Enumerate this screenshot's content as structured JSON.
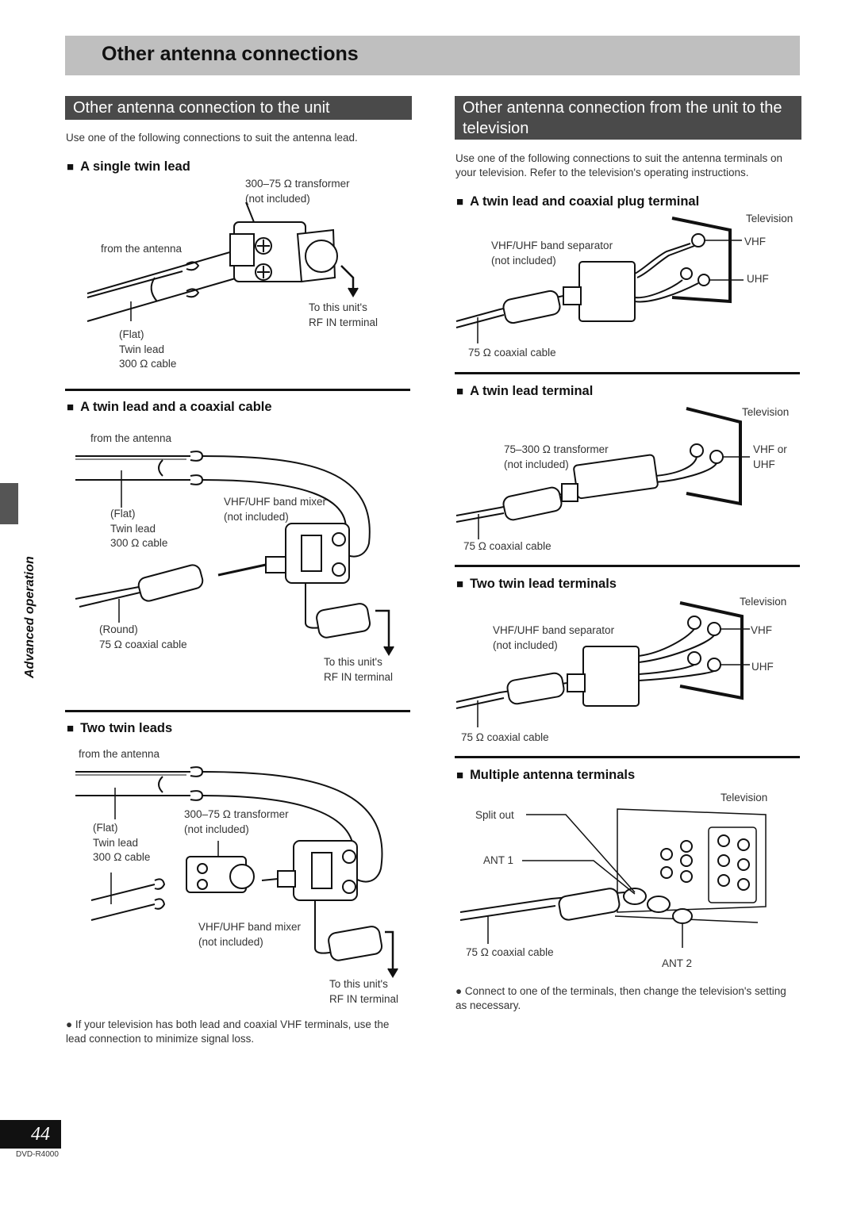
{
  "title": "Other antenna connections",
  "left": {
    "heading": "Other antenna connection to the unit",
    "intro": "Use one of the following connections to suit the antenna lead.",
    "single_twin_lead": {
      "subheading": "A single twin lead",
      "transformer": "300–75 Ω transformer\n(not included)",
      "from_antenna": "from the antenna",
      "rf_in": "To this unit's\nRF IN terminal",
      "cable": "(Flat)\nTwin lead\n300 Ω cable"
    },
    "twin_lead_coaxial": {
      "subheading": "A twin lead and a coaxial cable",
      "from_antenna": "from the antenna",
      "flat_cable": "(Flat)\nTwin lead\n300 Ω cable",
      "mixer": "VHF/UHF band mixer\n(not included)",
      "round_cable": "(Round)\n75 Ω coaxial cable",
      "rf_in": "To this unit's\nRF IN terminal"
    },
    "two_twin_leads": {
      "subheading": "Two twin leads",
      "from_antenna": "from the antenna",
      "flat_cable": "(Flat)\nTwin lead\n300 Ω cable",
      "transformer": "300–75 Ω transformer\n(not included)",
      "mixer": "VHF/UHF band mixer\n(not included)",
      "rf_in": "To this unit's\nRF IN terminal"
    },
    "note": "If your television has both lead and coaxial VHF terminals, use the lead connection to minimize signal loss."
  },
  "right": {
    "heading": "Other antenna connection from the unit to the television",
    "intro": "Use one of the following connections to suit the antenna terminals on your television. Refer to the television's operating instructions.",
    "twin_coax_terminal": {
      "subheading": "A twin lead and coaxial plug terminal",
      "television": "Television",
      "separator": "VHF/UHF band separator\n(not included)",
      "vhf": "VHF",
      "uhf": "UHF",
      "coax": "75 Ω coaxial cable"
    },
    "twin_lead_terminal": {
      "subheading": "A twin lead terminal",
      "television": "Television",
      "transformer": "75–300 Ω transformer\n(not included)",
      "vhf_uhf": "VHF or\nUHF",
      "coax": "75 Ω coaxial cable"
    },
    "two_twin_terminals": {
      "subheading": "Two twin lead terminals",
      "television": "Television",
      "separator": "VHF/UHF band separator\n(not included)",
      "vhf": "VHF",
      "uhf": "UHF",
      "coax": "75 Ω coaxial cable"
    },
    "multiple_terminals": {
      "subheading": "Multiple antenna terminals",
      "television": "Television",
      "split_out": "Split out",
      "ant1": "ANT 1",
      "ant2": "ANT 2",
      "coax": "75 Ω coaxial cable"
    },
    "note": "Connect to one of the terminals, then change the television's setting as necessary."
  },
  "side_label": "Advanced operation",
  "page_number": "44",
  "model": "DVD-R4000"
}
